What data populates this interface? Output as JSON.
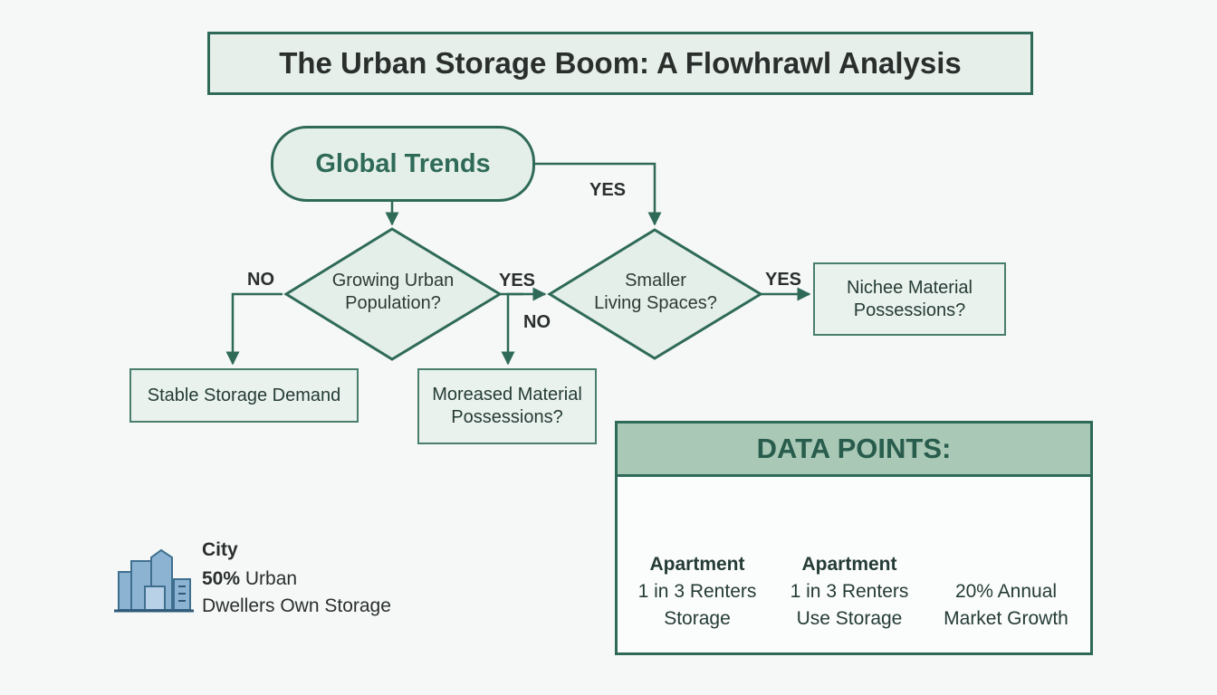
{
  "title": "The Urban Storage Boom: A Flowhrawl Analysis",
  "start_node": "Global Trends",
  "decisions": {
    "urban_population": [
      "Growing Urban",
      "Population?"
    ],
    "living_spaces": [
      "Smaller",
      "Living Spaces?"
    ]
  },
  "outcomes": {
    "stable": "Stable Storage Demand",
    "moreased": [
      "Moreased Material",
      "Possessions?"
    ],
    "nichee": [
      "Nichee Material",
      "Possessions?"
    ]
  },
  "edge_labels": {
    "global_yes": "YES",
    "urban_no": "NO",
    "urban_yes": "YES",
    "living_no": "NO",
    "living_yes": "YES"
  },
  "city": {
    "heading": "City",
    "stat_value": "50%",
    "stat_line1": "Urban",
    "stat_line2": "Dwellers Own Storage",
    "icon": "city-buildings-icon"
  },
  "data_points": {
    "header": "DATA POINTS:",
    "items": [
      {
        "icon": "apartment-building-icon",
        "title": "Apartment",
        "line1": "1 in 3 Renters",
        "line2": "Storage"
      },
      {
        "icon": "apartment-building-icon",
        "title": "Apartment",
        "line1": "1 in 3 Renters",
        "line2": "Use Storage"
      },
      {
        "icon": "open-box-icon",
        "line1": "20% Annual",
        "line2": "Market Growth"
      }
    ]
  },
  "colors": {
    "accent": "#2f6a58",
    "node_fill": "#e6efe9",
    "header_fill": "#a9c8b6",
    "icon_blue": "#7ea7c9"
  }
}
